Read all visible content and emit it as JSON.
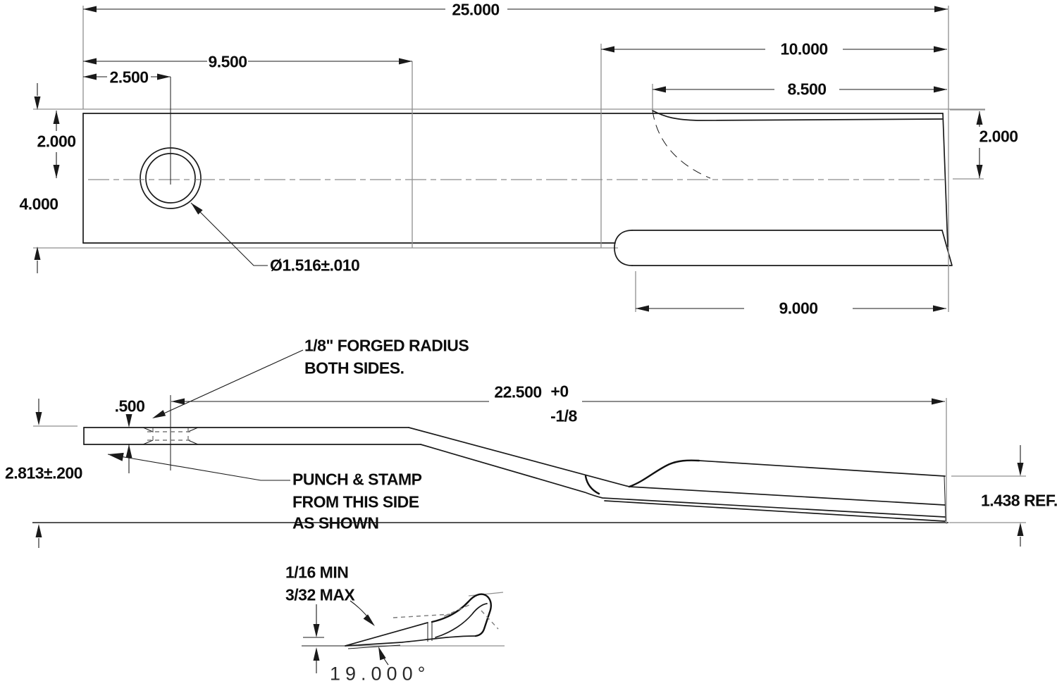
{
  "colors": {
    "background": "#ffffff",
    "line": "#1a1a1a",
    "gray_line": "#8f8f8f"
  },
  "dimensions": {
    "overall_length": "25.000",
    "right_section": "10.000",
    "cutting_edge_length": "8.500",
    "flat_section": "9.500",
    "hole_offset": "2.500",
    "width_to_center": "2.000",
    "overall_width": "4.000",
    "right_width_to_center": "2.000",
    "wing_length": "9.000",
    "hole_diameter": "Ø1.516±.010",
    "thickness": ".500",
    "bend_length": "22.500",
    "bend_tol_plus": "+0",
    "bend_tol_minus": "-1/8",
    "overall_height": "2.813±.200",
    "tip_height_ref": "1.438 REF.",
    "edge_angle": "19.000°"
  },
  "notes": {
    "forged_radius_line1": "1/8\" FORGED RADIUS",
    "forged_radius_line2": "BOTH SIDES.",
    "punch_line1": "PUNCH & STAMP",
    "punch_line2": "FROM THIS SIDE",
    "punch_line3": "AS SHOWN",
    "edge_min": "1/16 MIN",
    "edge_max": "3/32 MAX"
  }
}
